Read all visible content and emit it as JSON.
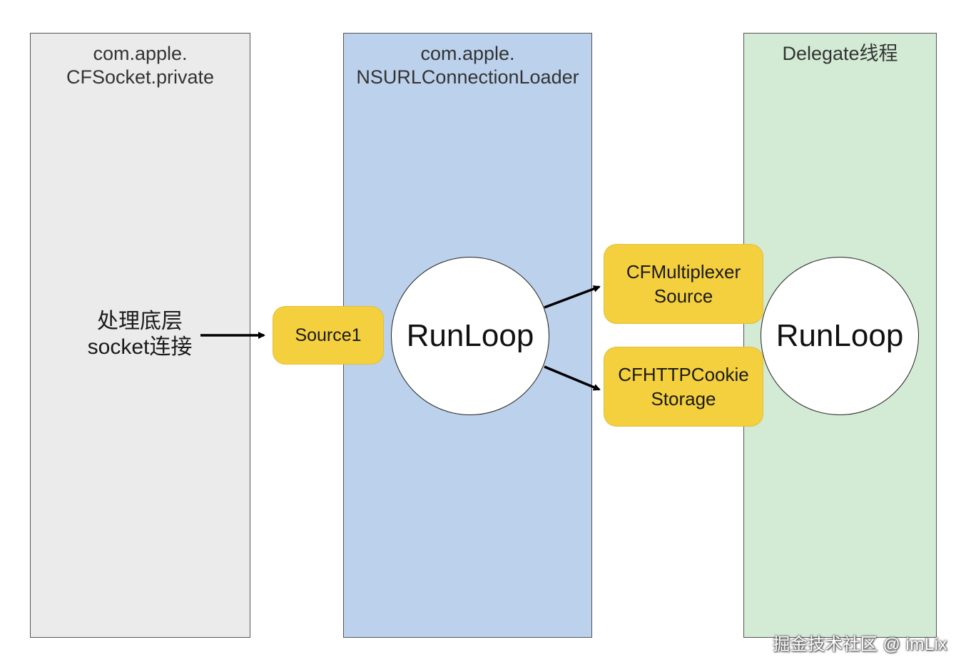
{
  "lanes": {
    "cfsocket": {
      "line1": "com.apple.",
      "line2": "CFSocket.private",
      "color": "#ebebeb"
    },
    "loader": {
      "line1": "com.apple.",
      "line2": "NSURLConnectionLoader",
      "color": "#bcd1ec"
    },
    "delegate": {
      "title": "Delegate线程",
      "color": "#d3ebd5"
    }
  },
  "socket_task": {
    "line1": "处理底层",
    "line2": "socket连接"
  },
  "source1": {
    "label": "Source1"
  },
  "runloop_loader": {
    "label": "RunLoop"
  },
  "runloop_delegate": {
    "label": "RunLoop"
  },
  "cf_multiplexer": {
    "line1": "CFMultiplexer",
    "line2": "Source"
  },
  "cf_cookie": {
    "line1": "CFHTTPCookie",
    "line2": "Storage"
  },
  "watermark": "掘金技术社区 @ imLix",
  "colors": {
    "box_fill": "#f4d03f",
    "arrow": "#000000"
  }
}
